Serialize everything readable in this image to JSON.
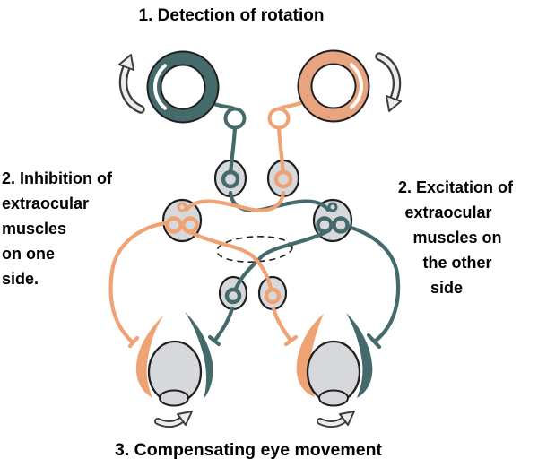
{
  "title": "1. Detection of rotation",
  "labels": {
    "inhibition": {
      "lines": [
        "2. Inhibition of",
        "extraocular",
        "muscles",
        "on one",
        "side."
      ]
    },
    "excitation": {
      "lines": [
        "2. Excitation of",
        "extraocular",
        "muscles on",
        "the other",
        "side"
      ]
    },
    "caption": "3. Compensating eye movement"
  },
  "icons": {
    "rotation_arrow_left": "counterclockwise-rotation-arrow",
    "rotation_arrow_right": "clockwise-rotation-arrow",
    "eye_arrow_left": "rightward-eye-movement-arrow",
    "eye_arrow_right": "rightward-eye-movement-arrow"
  },
  "colors": {
    "teal": "#456a6c",
    "orange": "#efa273",
    "ring_orange": "#e8a47e",
    "nucleus_gray": "#d6d8db",
    "outline": "#1f1f1f",
    "arrow_fill": "#ececec",
    "arrow_outline": "#3c3c3c",
    "background": "#ffffff",
    "text": "#000000"
  }
}
